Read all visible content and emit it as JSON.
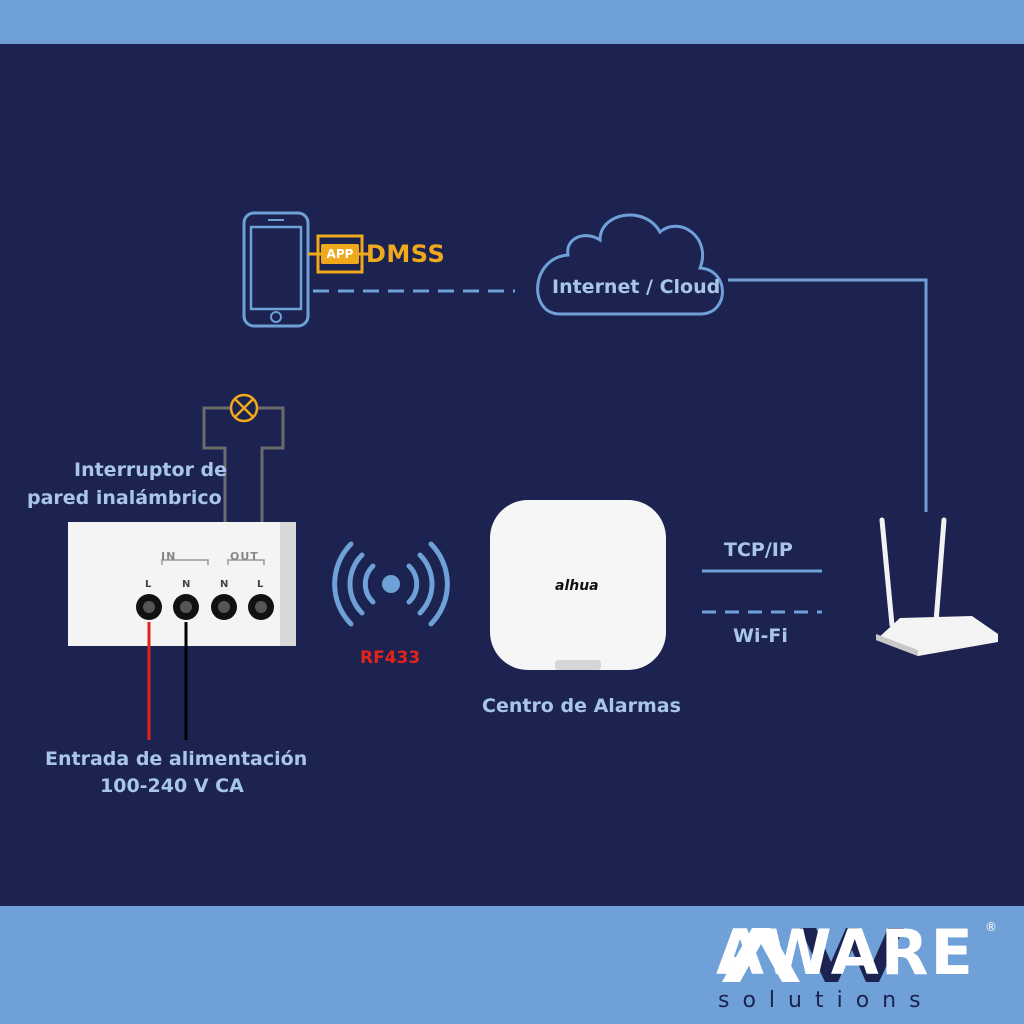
{
  "labels": {
    "dmss": "DMSS",
    "app_badge": "APP",
    "cloud": "Internet / Cloud",
    "switch_line1": "Interruptor de",
    "switch_line2": "pared inalámbrico",
    "rf": "RF433",
    "alarm_center": "Centro de Alarmas",
    "tcpip": "TCP/IP",
    "wifi": "Wi-Fi",
    "power_line1": "Entrada de alimentación",
    "power_line2": "100-240 V CA",
    "in": "IN",
    "out": "OUT",
    "term_l1": "L",
    "term_n1": "N",
    "term_n2": "N",
    "term_l2": "L",
    "brand_on_hub": "alhua"
  },
  "logo": {
    "word": "AWARE",
    "sub": "solutions",
    "reg": "®"
  },
  "colors": {
    "background": "#1c2350",
    "band": "#6fa0d8",
    "line": "#6fa0d8",
    "label": "#a9c6ea",
    "accent": "#f0a81c",
    "rf": "#e2231a"
  },
  "icons": [
    "smartphone-icon",
    "cloud-icon",
    "lamp-icon",
    "wireless-signal-icon",
    "router-icon",
    "alarm-hub-icon",
    "wall-switch-icon"
  ]
}
